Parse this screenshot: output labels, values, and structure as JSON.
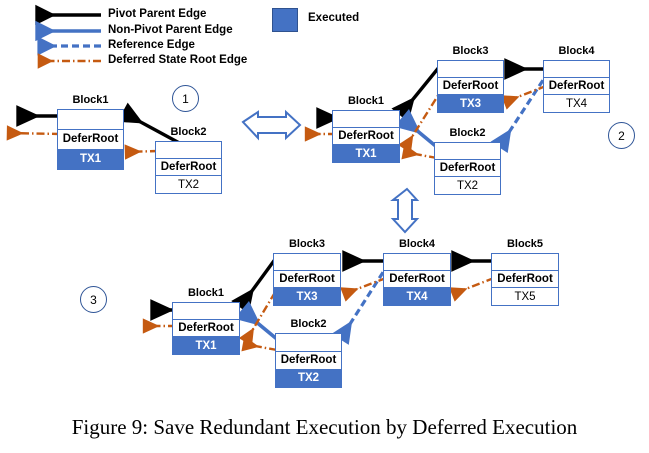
{
  "figure": {
    "caption": "Figure 9: Save Redundant Execution by Deferred Execution",
    "colors": {
      "executed_fill": "#4472C4",
      "block_border": "#4472C4",
      "pivot_edge": "#000000",
      "non_pivot_edge": "#4472C4",
      "reference_edge": "#4472C4",
      "deferred_state_root_edge": "#C55A11",
      "panel_arrow": "#4472C4"
    }
  },
  "legend": {
    "entries": [
      {
        "label": "Pivot Parent Edge",
        "style": "solid-arrow",
        "color": "#000000"
      },
      {
        "label": "Non-Pivot Parent Edge",
        "style": "solid-arrow",
        "color": "#4472C4"
      },
      {
        "label": "Reference Edge",
        "style": "dashed-arrow",
        "color": "#4472C4"
      },
      {
        "label": "Deferred State Root Edge",
        "style": "dash-dot-arrow",
        "color": "#C55A11"
      }
    ],
    "swatch": {
      "label": "Executed",
      "color": "#4472C4"
    }
  },
  "row_labels": {
    "defer": "DeferRoot"
  },
  "panels": [
    {
      "number": "1",
      "blocks": [
        {
          "name": "Block1",
          "defer": "DeferRoot",
          "tx": "TX1",
          "executed": true
        },
        {
          "name": "Block2",
          "defer": "DeferRoot",
          "tx": "TX2",
          "executed": false
        }
      ]
    },
    {
      "number": "2",
      "blocks": [
        {
          "name": "Block1",
          "defer": "DeferRoot",
          "tx": "TX1",
          "executed": true
        },
        {
          "name": "Block2",
          "defer": "DeferRoot",
          "tx": "TX2",
          "executed": false
        },
        {
          "name": "Block3",
          "defer": "DeferRoot",
          "tx": "TX3",
          "executed": true
        },
        {
          "name": "Block4",
          "defer": "DeferRoot",
          "tx": "TX4",
          "executed": false
        }
      ]
    },
    {
      "number": "3",
      "blocks": [
        {
          "name": "Block1",
          "defer": "DeferRoot",
          "tx": "TX1",
          "executed": true
        },
        {
          "name": "Block2",
          "defer": "DeferRoot",
          "tx": "TX2",
          "executed": true
        },
        {
          "name": "Block3",
          "defer": "DeferRoot",
          "tx": "TX3",
          "executed": true
        },
        {
          "name": "Block4",
          "defer": "DeferRoot",
          "tx": "TX4",
          "executed": true
        },
        {
          "name": "Block5",
          "defer": "DeferRoot",
          "tx": "TX5",
          "executed": false
        }
      ]
    }
  ]
}
